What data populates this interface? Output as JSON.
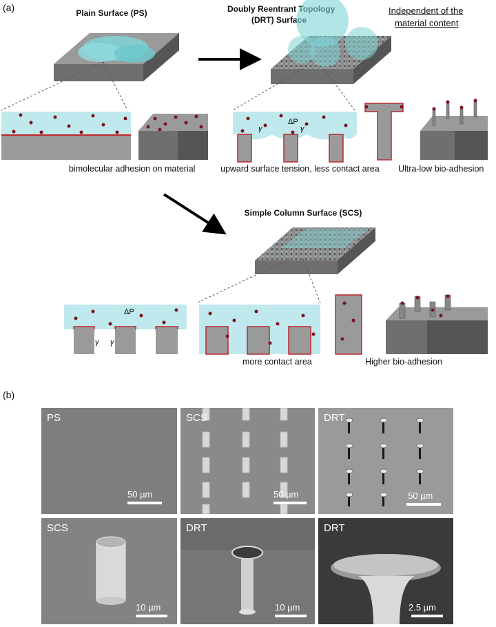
{
  "panel_a": {
    "letter": "(a)",
    "ps_title": "Plain Surface (PS)",
    "drt_title_1": "Doubly Reentrant Topology",
    "drt_title_2": "(DRT) Surface",
    "independent_1": "Independent  of the",
    "independent_2": "material content",
    "scs_title": "Simple Column Surface (SCS)",
    "caption_ps": "bimolecular adhesion on material",
    "caption_drt": "upward surface tension, less contact area",
    "caption_ultra": "Ultra-low bio-adhesion",
    "caption_more": "more contact area",
    "caption_higher": "Higher bio-adhesion",
    "symbol_delta_p": "ΔP",
    "symbol_gamma": "γ"
  },
  "panel_b": {
    "letter": "(b)",
    "images": [
      {
        "tag": "PS",
        "scale": "50 µm"
      },
      {
        "tag": "SCS",
        "scale": "50 µm"
      },
      {
        "tag": "DRT",
        "scale": "50 µm"
      },
      {
        "tag": "SCS",
        "scale": "10 µm"
      },
      {
        "tag": "DRT",
        "scale": "10 µm"
      },
      {
        "tag": "DRT",
        "scale": "2.5 µm"
      }
    ]
  },
  "colors": {
    "liquid": "#bfe9ec",
    "droplet": "#7fd3d6",
    "solid_top": "#9a9a9a",
    "solid_side": "#6f6f6f",
    "contact_line": "#c0282d",
    "molecule": "#7a1420"
  }
}
